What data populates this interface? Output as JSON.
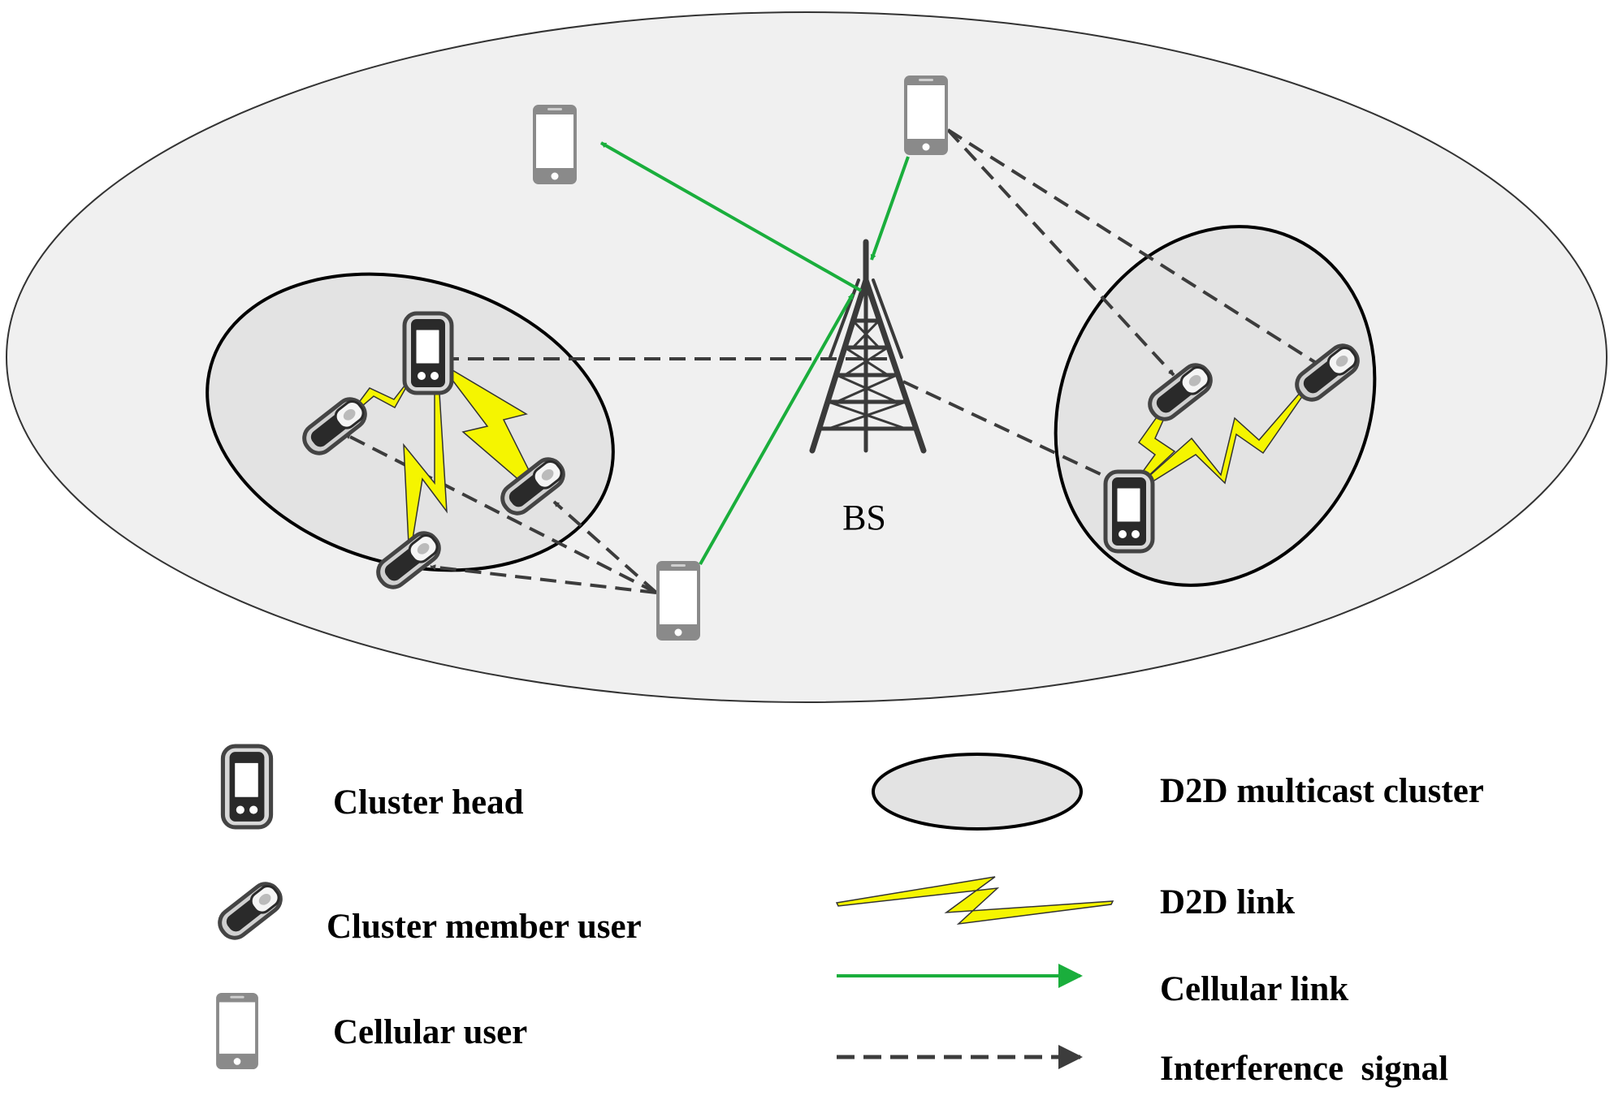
{
  "base_station": {
    "label": "BS"
  },
  "legend": {
    "cluster_head": "Cluster head",
    "cluster_member_user": "Cluster member user",
    "cellular_user": "Cellular user",
    "d2d_multicast_cluster": "D2D multicast cluster",
    "d2d_link": "D2D link",
    "cellular_link": "Cellular link",
    "interference_signal": "Interference  signal"
  },
  "colors": {
    "cell_area_fill": "#f0f0f0",
    "cluster_fill": "#e3e3e3",
    "cellular_link": "#1aae3c",
    "d2d_link": "#f5f500",
    "interference": "#3c3c3c"
  }
}
